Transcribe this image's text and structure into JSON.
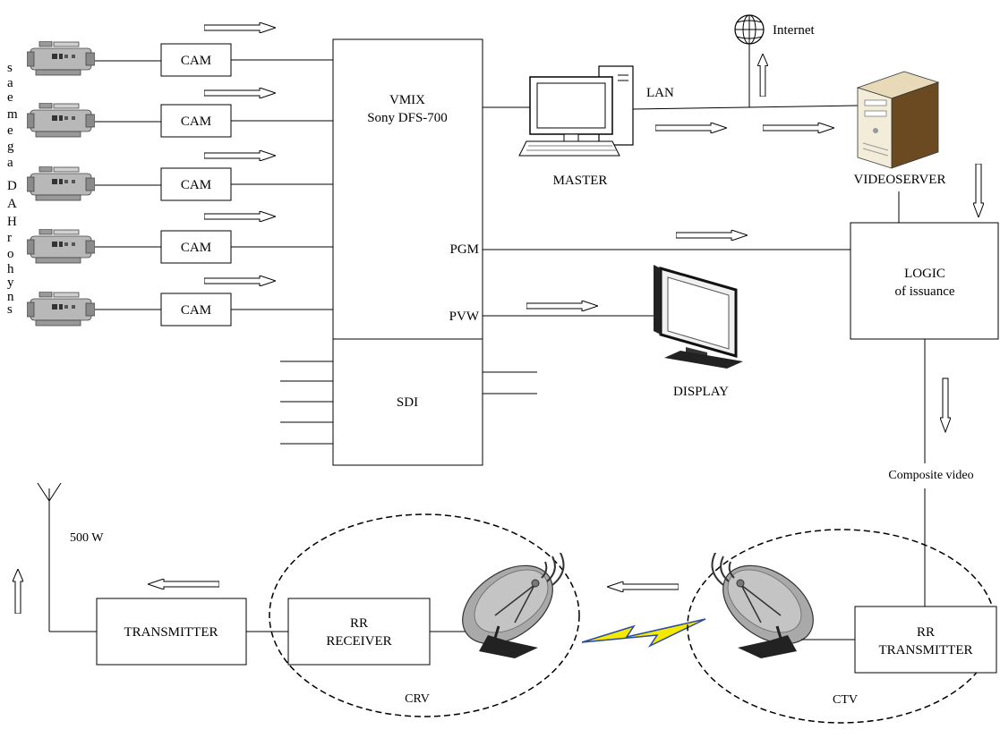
{
  "side_label_chars": [
    "s",
    "a",
    "e",
    "m",
    "e",
    "g",
    "a",
    "D",
    "A",
    "H",
    "r",
    "o",
    "h",
    "y",
    "n",
    "s"
  ],
  "cameras": [
    "CAM",
    "CAM",
    "CAM",
    "CAM",
    "CAM"
  ],
  "mixer": {
    "line1": "VMIX",
    "line2": "Sony DFS-700",
    "pgm": "PGM",
    "pvw": "PVW",
    "sdi": "SDI"
  },
  "master_label": "MASTER",
  "lan_label": "LAN",
  "internet_label": "Internet",
  "videoserver_label": "VIDEOSERVER",
  "display_label": "DISPLAY",
  "logic": {
    "line1": "LOGIC",
    "line2": "of issuance"
  },
  "composite_label": "Composite video",
  "power_label": "500 W",
  "transmitter_label": "TRANSMITTER",
  "rr_receiver": {
    "line1": "RR",
    "line2": "RECEIVER"
  },
  "rr_transmitter": {
    "line1": "RR",
    "line2": "TRANSMITTER"
  },
  "crv_label": "CRV",
  "ctv_label": "CTV",
  "colors": {
    "device_gray": "#b8b8b8",
    "lightning": "#f4e900",
    "lightning_edge": "#2b4aa0",
    "monitor_dark": "#2a2a2a",
    "server_body": "#6b4a22"
  }
}
